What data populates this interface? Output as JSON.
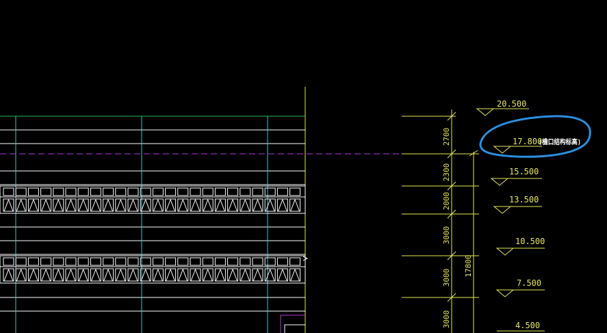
{
  "drawing": {
    "colors": {
      "background": "#000000",
      "dimension": "#e8e85a",
      "grid_green": "#22c55e",
      "grid_cyan": "#39c6d6",
      "building": "#ffffff",
      "guide_dashed": "#b13bd6",
      "highlight": "#2b8fe0"
    },
    "elevation_marks": [
      {
        "level": "20.500",
        "note": ""
      },
      {
        "level": "17.800",
        "note": "(檐口结构标高)"
      },
      {
        "level": "15.500",
        "note": ""
      },
      {
        "level": "13.500",
        "note": ""
      },
      {
        "level": "10.500",
        "note": ""
      },
      {
        "level": "7.500",
        "note": ""
      },
      {
        "level": "4.500",
        "note": ""
      }
    ],
    "story_heights": [
      "2700",
      "2300",
      "2000",
      "3000",
      "3000",
      "3000"
    ],
    "total_height": "17800"
  }
}
